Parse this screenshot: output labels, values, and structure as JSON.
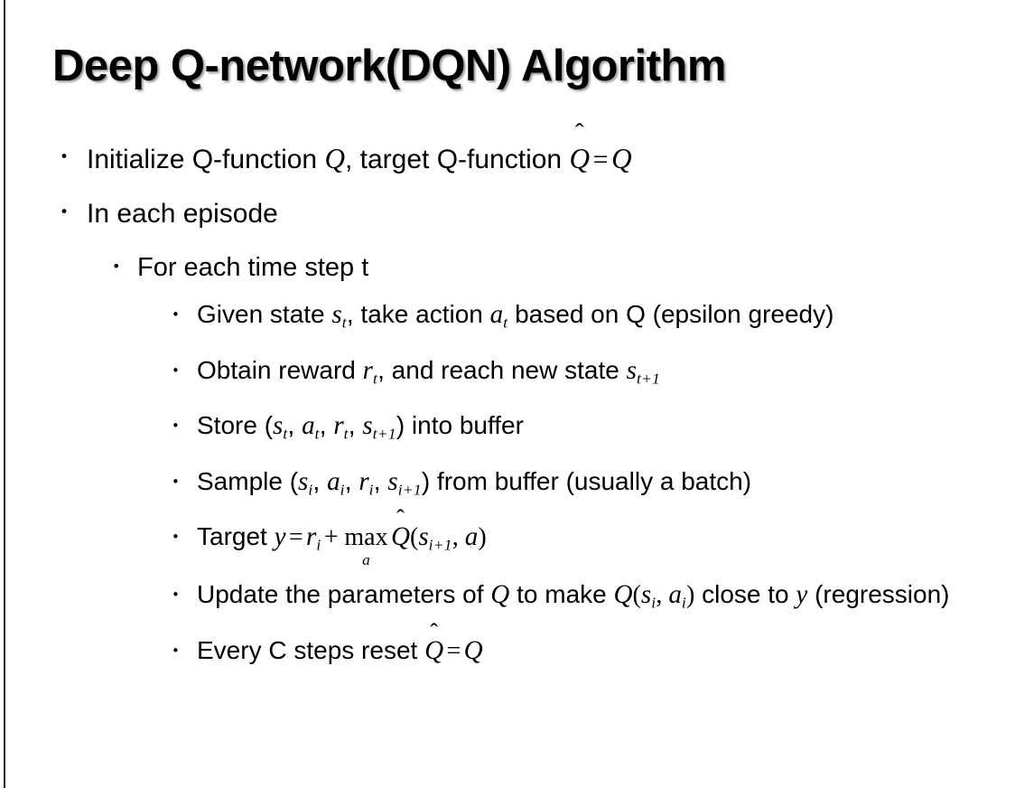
{
  "slide": {
    "title": "Deep Q-network(DQN) Algorithm",
    "background_color": "#ffffff",
    "text_color": "#000000",
    "left_rule_color": "#1a1a1a",
    "bullet_glyph": "•"
  },
  "bullets": {
    "initialize": {
      "pre": "Initialize Q-function ",
      "q1": "Q",
      "mid": ", target Q-function ",
      "hat_q": "Q",
      "hat_accent": "̂",
      "eq": "=",
      "q2": "Q"
    },
    "in_each_episode": "In each episode",
    "for_each_time_step": "For each time step t",
    "given_state": {
      "pre": "Given state ",
      "s": "s",
      "s_sub": "t",
      "mid": ", take action ",
      "a": "a",
      "a_sub": "t",
      "post": " based on Q (epsilon greedy)"
    },
    "obtain_reward": {
      "pre": "Obtain reward ",
      "r": "r",
      "r_sub": "t",
      "mid": ", and reach new state ",
      "s": "s",
      "s_sub": "t+1"
    },
    "store": {
      "pre": "Store (",
      "s": "s",
      "s_sub": "t",
      "c1": ", ",
      "a": "a",
      "a_sub": "t",
      "c2": ", ",
      "r": "r",
      "r_sub": "t",
      "c3": ", ",
      "s2": "s",
      "s2_sub": "t+1",
      "post": ") into buffer"
    },
    "sample": {
      "pre": "Sample (",
      "s": "s",
      "s_sub": "i",
      "c1": ", ",
      "a": "a",
      "a_sub": "i",
      "c2": ", ",
      "r": "r",
      "r_sub": "i",
      "c3": ", ",
      "s2": "s",
      "s2_sub": "i+1",
      "post": ") from buffer (usually a batch)"
    },
    "target": {
      "pre": "Target ",
      "y": "y",
      "eq": "=",
      "r": "r",
      "r_sub": "i",
      "plus": "+",
      "max": "max",
      "max_sub": "a",
      "hat_q": "Q",
      "hat_accent": "̂",
      "paren_open": "(",
      "s": "s",
      "s_sub": "i+1",
      "comma": ", ",
      "a": "a",
      "paren_close": ")"
    },
    "update": {
      "pre": "Update the parameters of ",
      "q1": "Q",
      "mid": " to make ",
      "q2": "Q",
      "paren_open": "(",
      "s": "s",
      "s_sub": "i",
      "comma": ", ",
      "a": "a",
      "a_sub": "i",
      "paren_close": ")",
      "post": " close to ",
      "y": "y",
      "tail": " (regression)"
    },
    "every_c_steps": {
      "pre": "Every C steps reset ",
      "hat_q": "Q",
      "hat_accent": "̂",
      "eq": "=",
      "q": "Q"
    }
  }
}
